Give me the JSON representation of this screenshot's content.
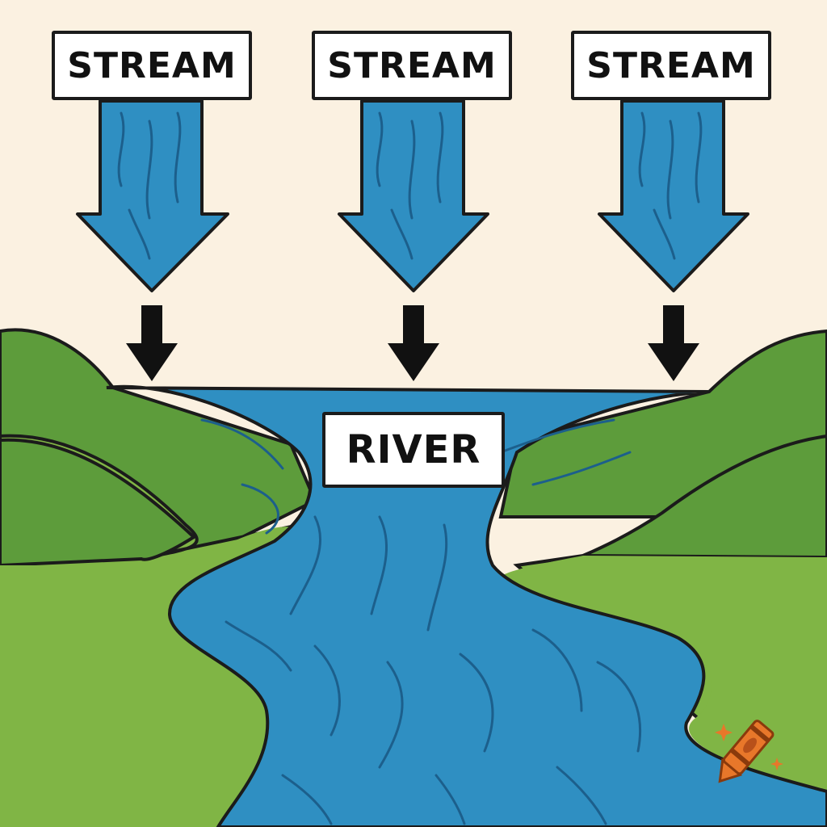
{
  "diagram": {
    "streams": [
      {
        "label": "STREAM"
      },
      {
        "label": "STREAM"
      },
      {
        "label": "STREAM"
      }
    ],
    "river": {
      "label": "RIVER"
    }
  },
  "colors": {
    "background": "#fbf1e1",
    "water": "#2f8fc2",
    "water_line": "#1c5f8c",
    "hill_dark": "#5d9c3b",
    "hill_light": "#80b545",
    "outline": "#1b1b1b",
    "arrow": "#111111",
    "crayon": "#e8772a"
  },
  "icons": {
    "connector_arrow": "down-arrow-icon",
    "logo": "crayon-icon"
  }
}
